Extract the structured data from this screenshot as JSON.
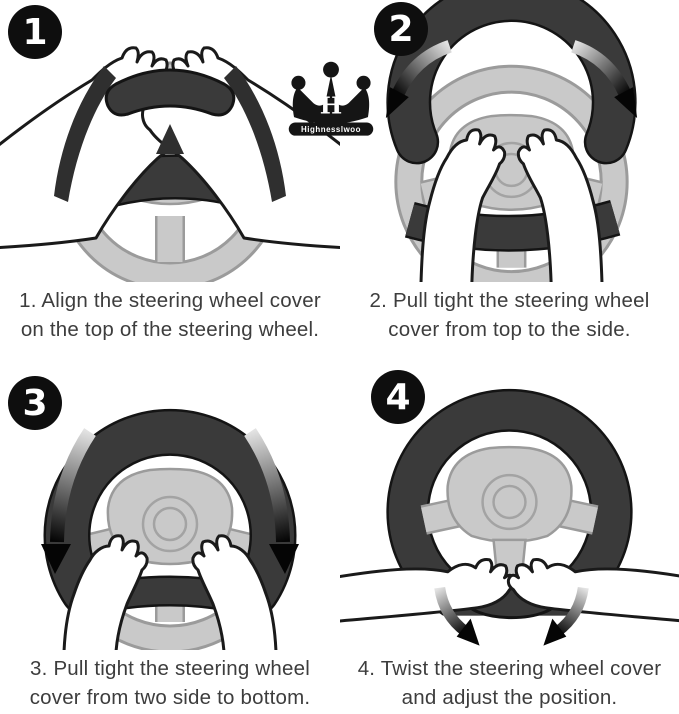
{
  "logo": {
    "letter": "H",
    "brand": "Highnesslwoo"
  },
  "colors": {
    "cover": "#3a3a3a",
    "cover_outline": "#141414",
    "wheel_fill": "#c9c9c9",
    "wheel_outline": "#9b9b9b",
    "caption_text": "#3d3d3d",
    "badge_bg": "#0e0e0e",
    "badge_text": "#ffffff",
    "arrow_dark": "#050505",
    "arrow_light": "#e2e2e2",
    "background": "#ffffff"
  },
  "steps": [
    {
      "number": "1",
      "line1": "1. Align the steering wheel cover",
      "line2": "on the top of the steering wheel."
    },
    {
      "number": "2",
      "line1": "2. Pull tight the steering wheel",
      "line2": "cover from top to the side."
    },
    {
      "number": "3",
      "line1": "3. Pull tight the steering wheel",
      "line2": "cover from two side to bottom."
    },
    {
      "number": "4",
      "line1": "4. Twist the steering wheel cover",
      "line2": "and adjust the position."
    }
  ]
}
